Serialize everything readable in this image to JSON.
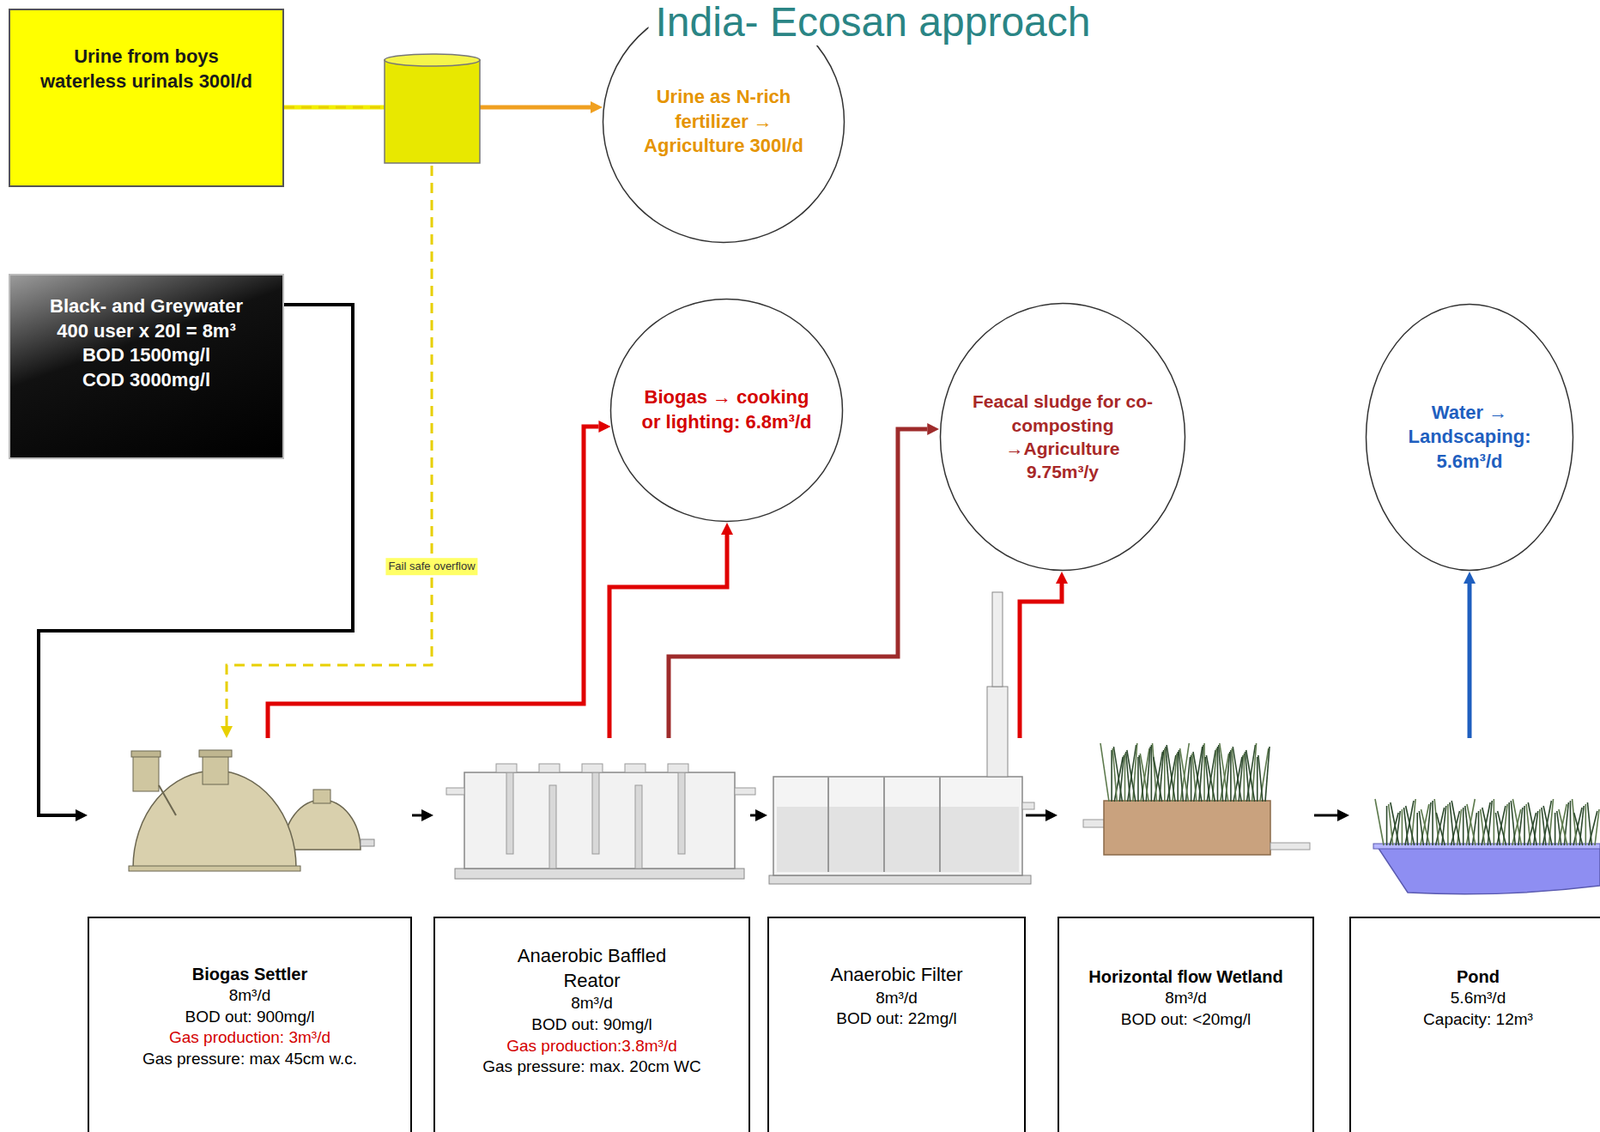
{
  "diagram": {
    "title": "India- Ecosan approach",
    "nodes": [
      {
        "text": [
          "Urine from boys waterless urinals 300l/d"
        ]
      },
      {
        "text": [
          "Urine as N-rich fertilizer → Agriculture 300l/d"
        ]
      },
      {
        "text": [
          "Black- and Greywater",
          "400 user x 20l = 8m³",
          "BOD 1500mg/l",
          "COD 3000mg/l"
        ]
      },
      {
        "text": [
          "Biogas → cooking or lighting: 6.8m³/d"
        ]
      },
      {
        "text": [
          "Feacal sludge for co-composting →Agriculture 9.75m³/y"
        ]
      },
      {
        "text": [
          "Water → Landscaping: 5.6m³/d"
        ]
      },
      {
        "text": [
          "Biogas Settler",
          "8m³/d",
          "BOD out: 900mg/l",
          "Gas production: 3m³/d",
          "Gas pressure: max 45cm w.c."
        ]
      },
      {
        "text": [
          "Anaerobic Baffled Reator",
          "8m³/d",
          "BOD out: 90mg/l",
          "Gas production:3.8m³/d",
          "Gas pressure: max. 20cm WC"
        ]
      },
      {
        "text": [
          "Anaerobic Filter",
          "8m³/d",
          "BOD out: 22mg/l"
        ]
      },
      {
        "text": [
          "Horizontal flow Wetland",
          "8m³/d",
          "BOD out: <20mg/l"
        ]
      },
      {
        "text": [
          "Pond",
          "5.6m³/d",
          "Capacity: 12m³"
        ]
      }
    ],
    "edges": [
      {
        "from": 0,
        "to": 1,
        "arrow": "to"
      },
      {
        "from": 0,
        "to": 6,
        "label": "Fail safe overflow",
        "arrow": "to"
      },
      {
        "from": 2,
        "to": 6,
        "arrow": "to"
      },
      {
        "from": 6,
        "to": 3,
        "arrow": "to"
      },
      {
        "from": 7,
        "to": 3,
        "arrow": "to"
      },
      {
        "from": 7,
        "to": 4,
        "arrow": "to"
      },
      {
        "from": 8,
        "to": 4,
        "arrow": "to"
      },
      {
        "from": 10,
        "to": 5,
        "arrow": "to"
      },
      {
        "from": 6,
        "to": 7,
        "arrow": "to"
      },
      {
        "from": 7,
        "to": 8,
        "arrow": "to"
      },
      {
        "from": 8,
        "to": 9,
        "arrow": "to"
      },
      {
        "from": 9,
        "to": 10,
        "arrow": "to"
      }
    ]
  }
}
